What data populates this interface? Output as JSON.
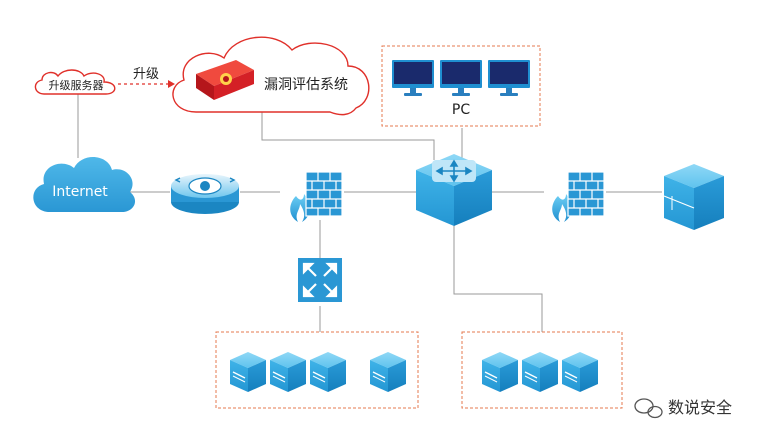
{
  "nodes": {
    "update_server": "升级服务器",
    "upgrade_arrow": "升级",
    "vuln_system": "漏洞评估系统",
    "internet": "Internet",
    "pc_group": "PC"
  },
  "watermark": "数说安全",
  "colors": {
    "line": "#9a9a9a",
    "dashed_box": "#e57a4f",
    "accent_red": "#e0302a",
    "blue_light": "#5fc3ee",
    "blue_mid": "#2ba3de",
    "blue_dark": "#1b86c2"
  }
}
